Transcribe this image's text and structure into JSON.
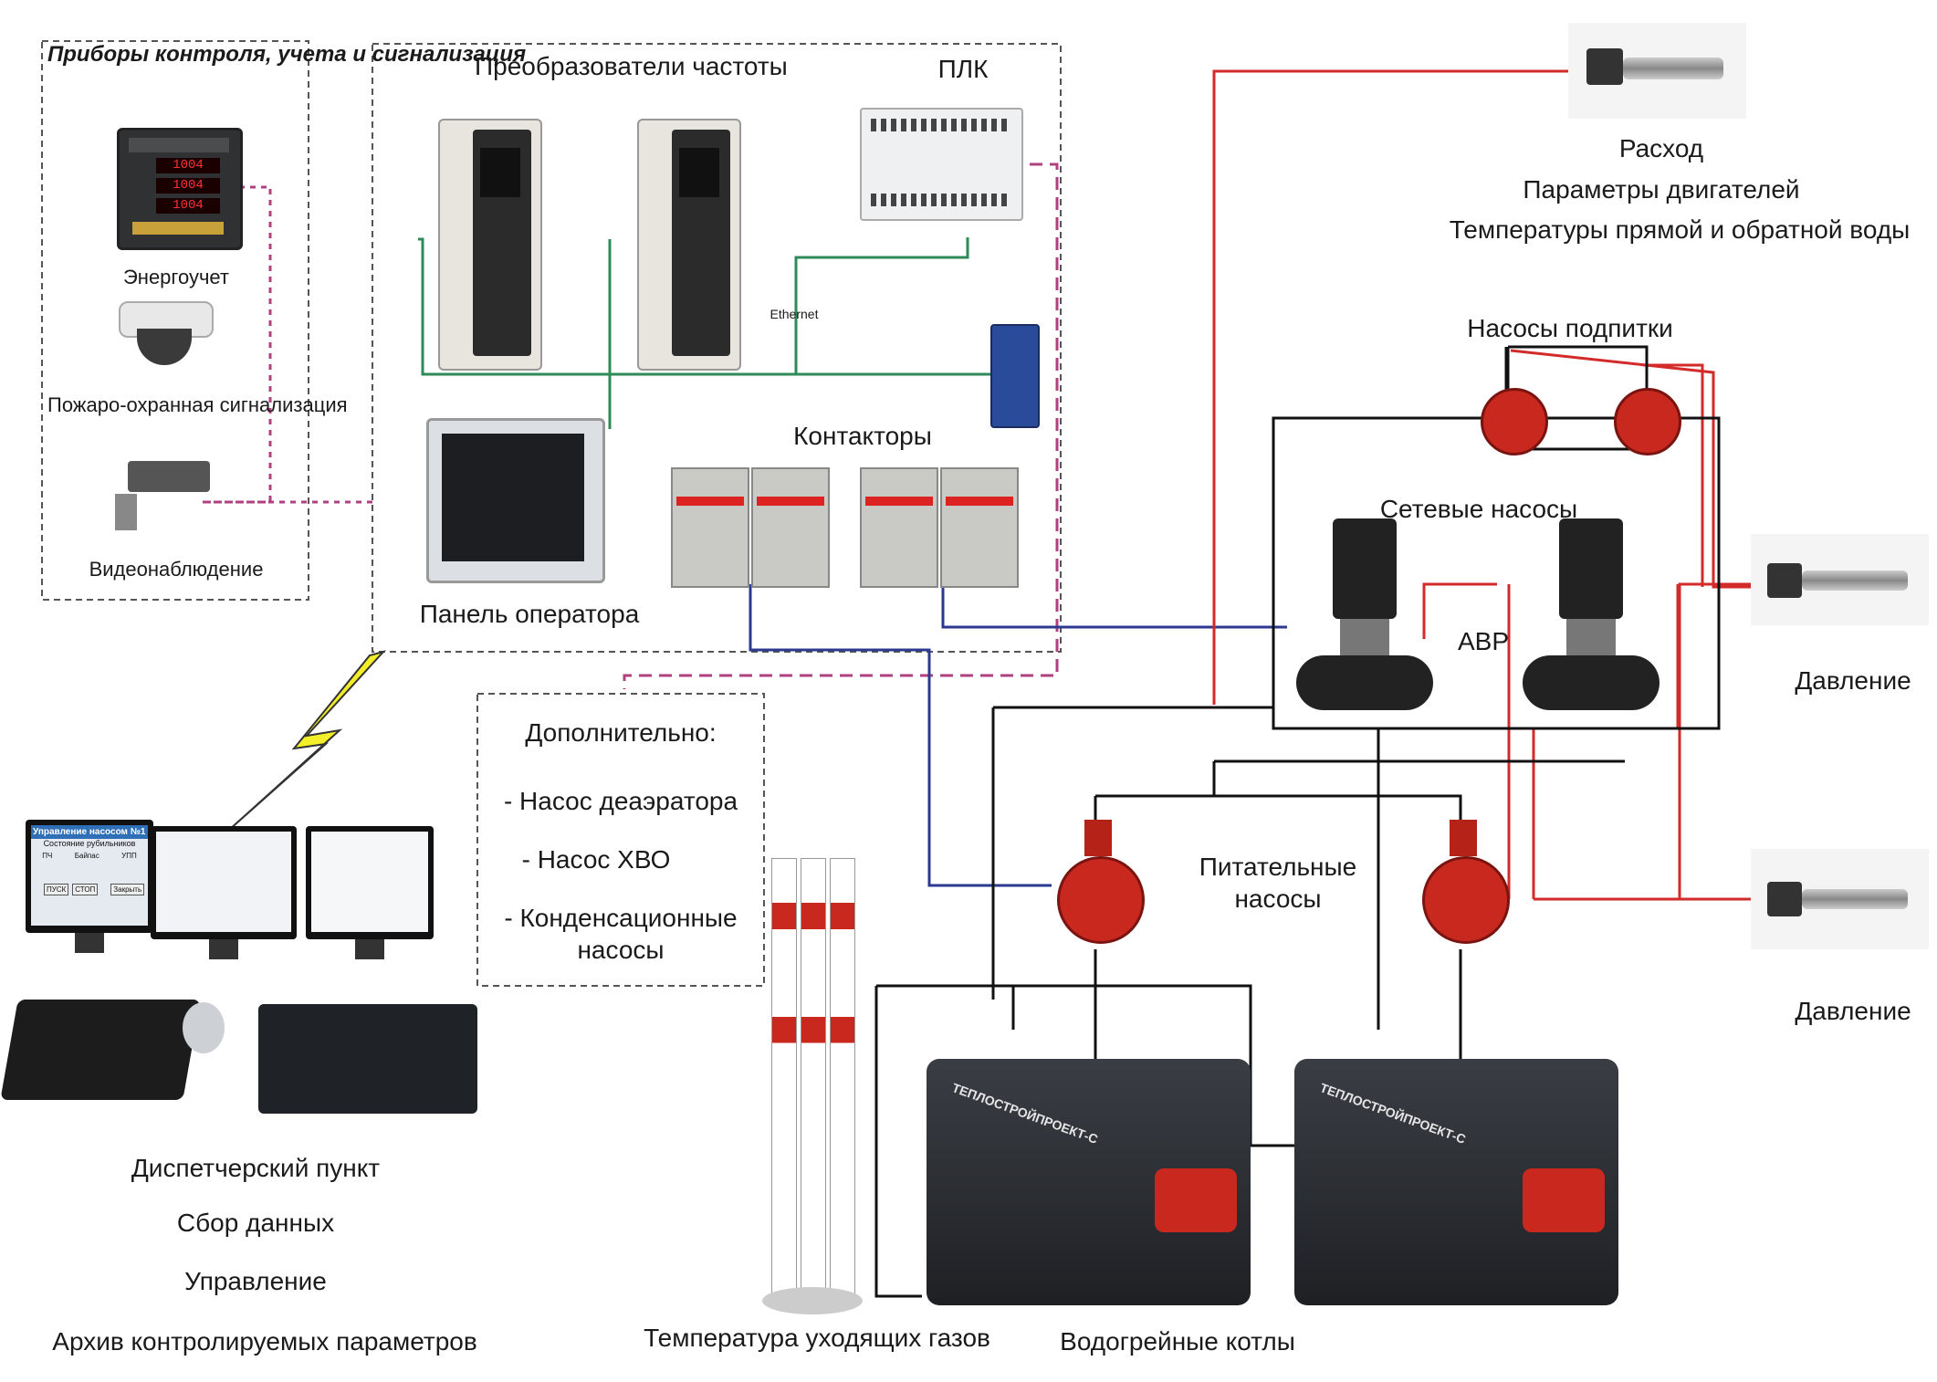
{
  "instruments": {
    "title": "Приборы контроля, учета и сигнализация",
    "energy": "Энергоучет",
    "fire": "Пожаро-охранная сигнализация",
    "video": "Видеонаблюдение"
  },
  "control": {
    "vfd": "Преобразователи частоты",
    "plc": "ПЛК",
    "ethernet": "Ethernet",
    "contactors": "Контакторы",
    "operator_panel": "Панель оператора"
  },
  "sensors": {
    "flow_lines": [
      "Расход",
      "Параметры двигателей",
      "Температуры прямой и обратной воды"
    ],
    "pressure1": "Давление",
    "pressure2": "Давление"
  },
  "pumps": {
    "makeup": "Насосы подпитки",
    "network": "Сетевые насосы",
    "avr": "АВР",
    "feed": "Питательные насосы"
  },
  "additional": {
    "title": "Дополнительно:",
    "items": [
      "- Насос деаэратора",
      "- Насос ХВО",
      "- Конденсационные насосы"
    ]
  },
  "dispatch": {
    "lines": [
      "Диспетчерский пункт",
      "Сбор данных",
      "Управление",
      "Архив контролируемых параметров"
    ],
    "screen_title": "Управление насосом №1",
    "screen_sub": "Состояние рубильников",
    "btn_start": "ПУСК",
    "btn_stop": "СТОП",
    "btn_close": "Закрыть",
    "labels": [
      "ПЧ",
      "Байпас",
      "УПП"
    ]
  },
  "bottom": {
    "flue": "Температура уходящих газов",
    "boilers": "Водогрейные котлы",
    "boiler_brand": "ТЕПЛОСТРОЙПРОЕКТ-С"
  },
  "colors": {
    "red_line": "#d32a2a",
    "black_line": "#111111",
    "green_line": "#2e8b57",
    "blue_line": "#2b3a8f",
    "magenta_line": "#b0407f",
    "bolt": "#f2ee2a"
  }
}
